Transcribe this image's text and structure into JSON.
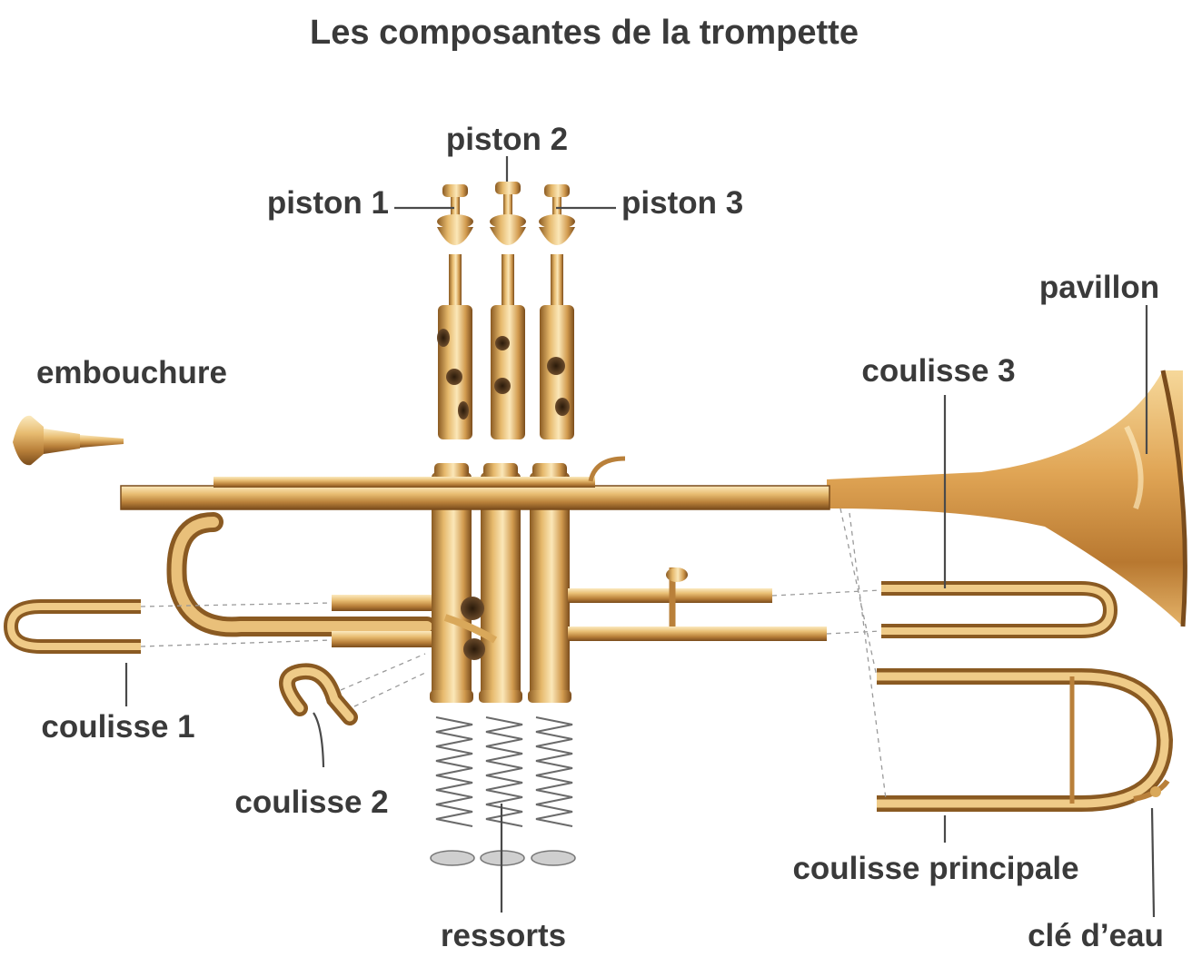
{
  "title": "Les composantes de la trompette",
  "labels": {
    "piston2": "piston 2",
    "piston1": "piston 1",
    "piston3": "piston 3",
    "pavillon": "pavillon",
    "embouchure": "embouchure",
    "coulisse3": "coulisse 3",
    "coulisse1": "coulisse 1",
    "coulisse2": "coulisse 2",
    "coulisse_principale": "coulisse principale",
    "ressorts": "ressorts",
    "cle_deau": "clé d’eau"
  },
  "colors": {
    "brass_light": "#f1d79a",
    "brass_mid": "#d9a85a",
    "brass_dark": "#8a5a22",
    "text": "#3a3a3a"
  }
}
